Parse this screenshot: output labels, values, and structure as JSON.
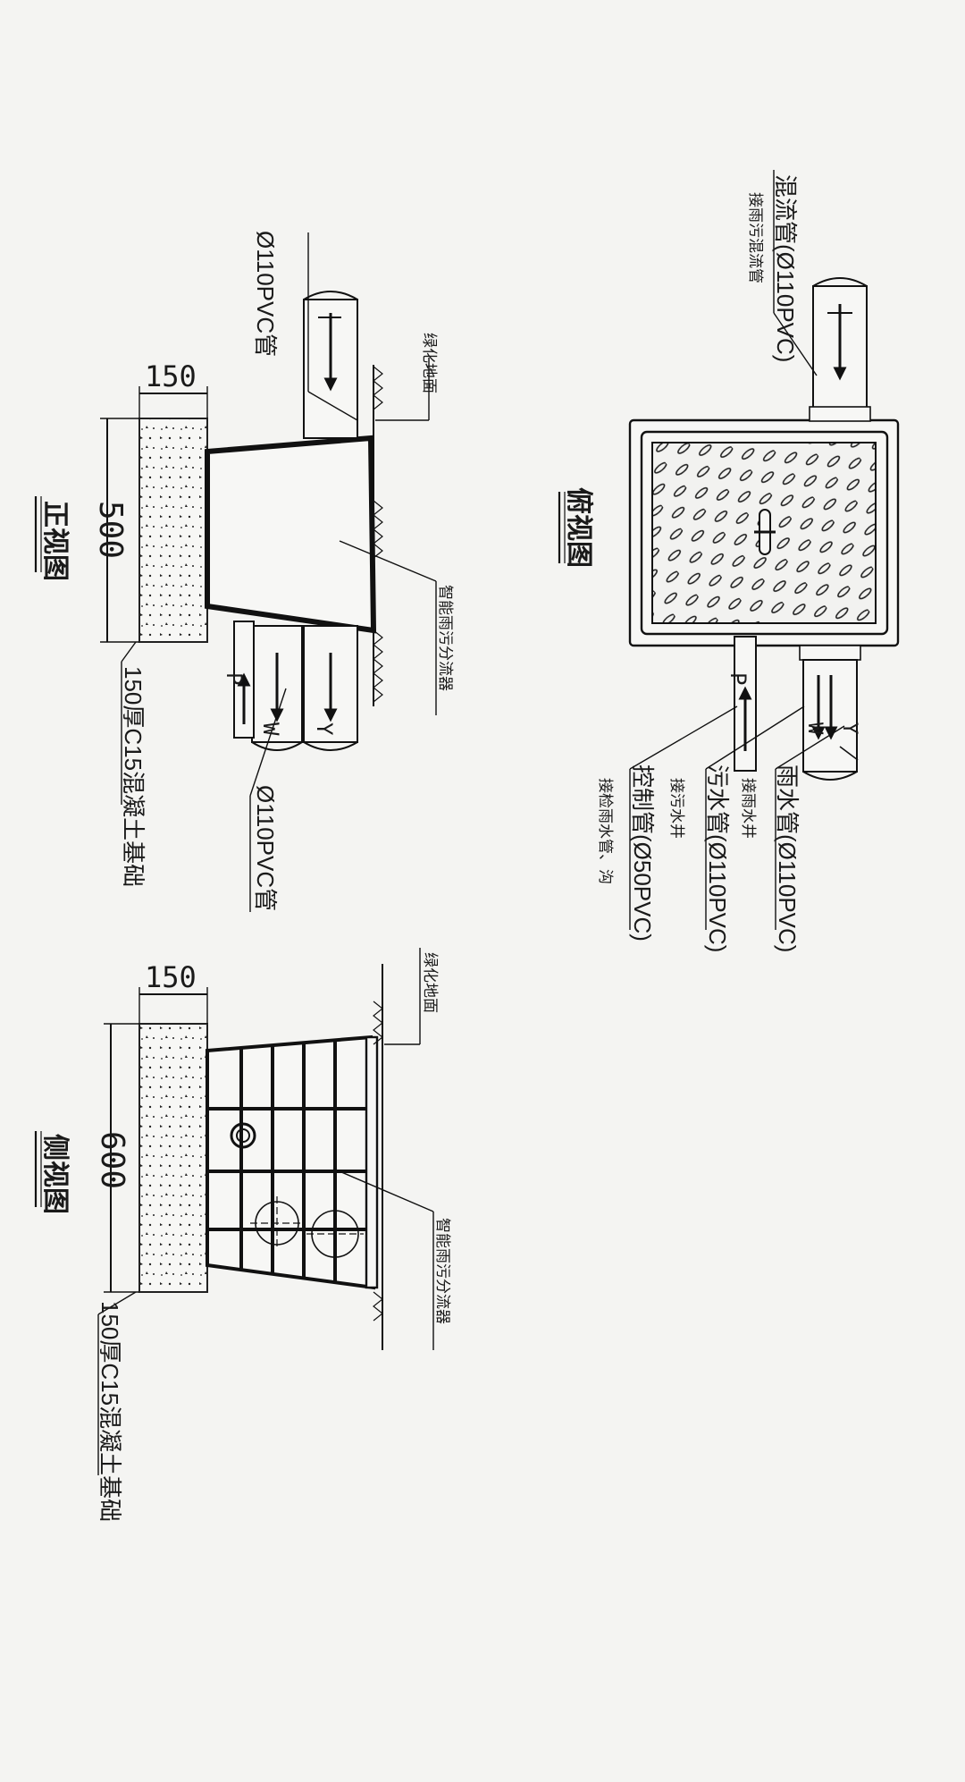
{
  "front_view": {
    "title": "正视图",
    "dim_width": "150",
    "dim_height": "500",
    "base_note": "150厚C15混凝土基础",
    "inlet_pipe": "Ø110PVC管",
    "outlet_pipe": "Ø110PVC管",
    "ground_label": "绿化地面",
    "device_label": "智能雨污分流器",
    "pipe_marks": {
      "p": "P",
      "w": "W",
      "y": "Y"
    }
  },
  "top_view": {
    "title": "俯视图",
    "inlet_label": "混流管(Ø110PVC)",
    "inlet_sub": "接雨污混流管",
    "rain_label": "雨水管(Ø110PVC)",
    "rain_sub": "接雨水井",
    "sewage_label": "污水管(Ø110PVC)",
    "sewage_sub": "接污水井",
    "control_label": "控制管(Ø50PVC)",
    "control_sub": "接检雨水管、沟",
    "pipe_marks": {
      "p": "P",
      "w": "W",
      "y": "Y"
    }
  },
  "side_view": {
    "title": "侧视图",
    "dim_width": "150",
    "dim_height": "600",
    "base_note": "150厚C15混凝土基础",
    "ground_label": "绿化地面",
    "device_label": "智能雨污分流器"
  }
}
